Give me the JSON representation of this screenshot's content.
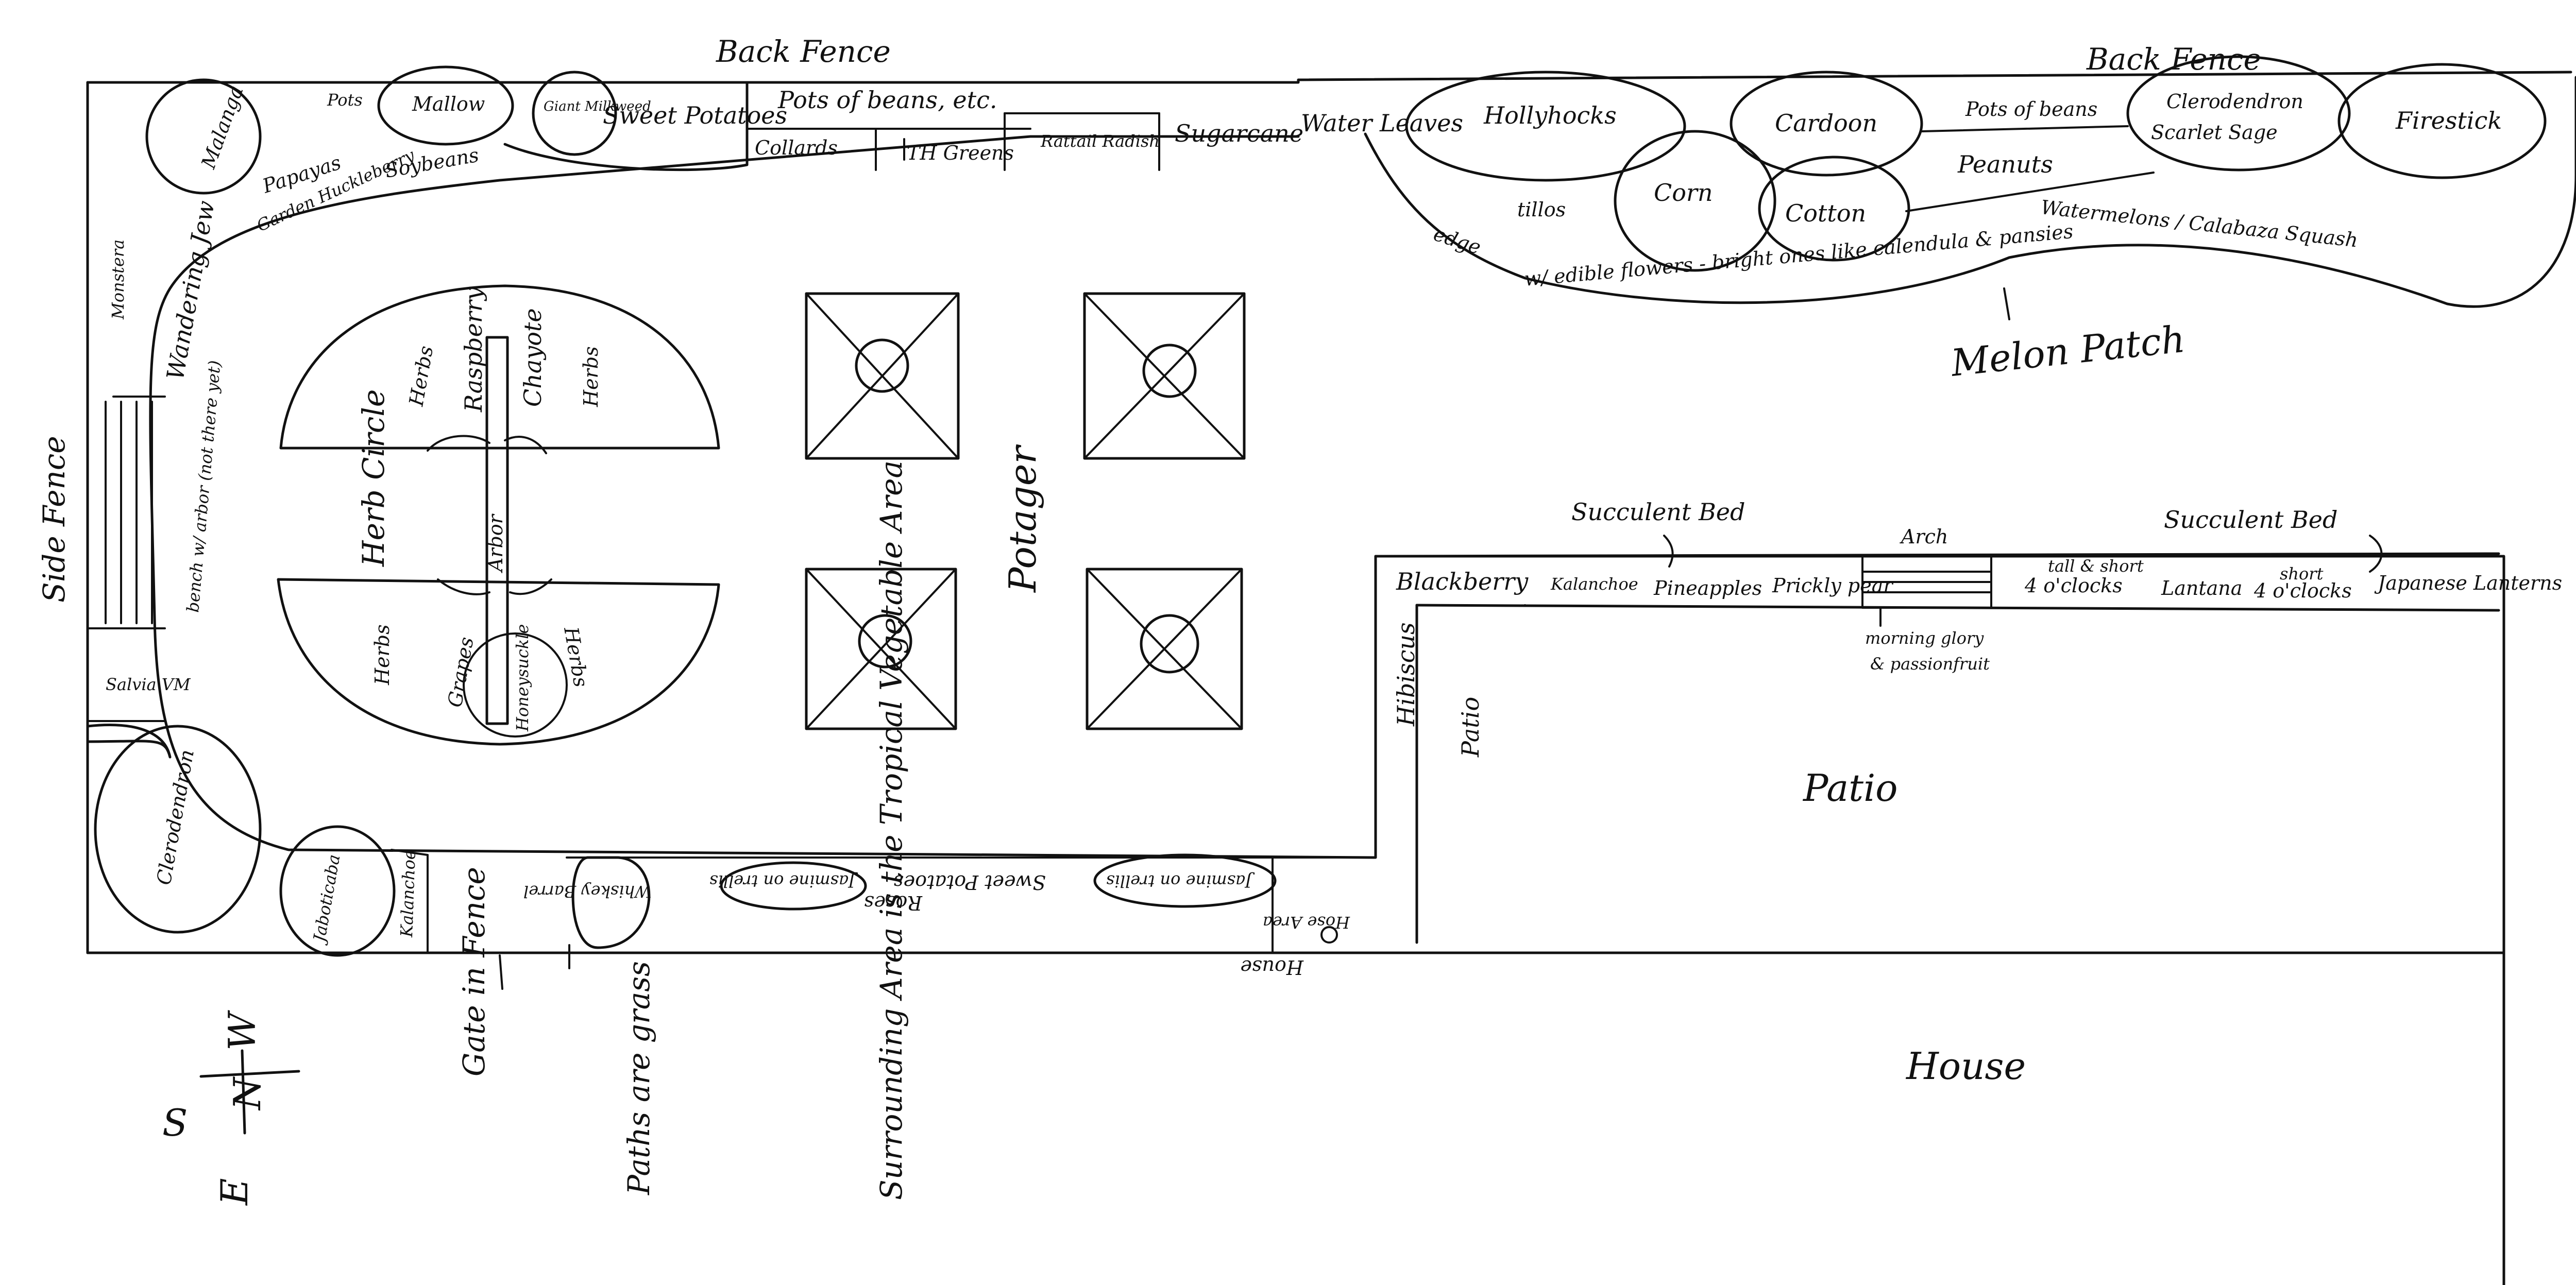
{
  "labels": {
    "back_fence_left": "Back Fence",
    "back_fence_right": "Back Fence",
    "side_fence": "Side Fence",
    "malanga": "Malanga",
    "pots": "Pots",
    "mallow": "Mallow",
    "giant_milkweed": "Giant Milkweed",
    "sweet_potatoes": "Sweet Potatoes",
    "pots_of_beans_etc": "Pots of beans, etc.",
    "collards": "Collards",
    "th_greens": "TH Greens",
    "rattail_radish": "Rattail Radish",
    "sugarcane": "Sugarcane",
    "water_leaves": "Water Leaves",
    "papayas": "Papayas",
    "garden_huckleberry": "Garden Huckleberry",
    "soybeans": "Soybeans",
    "monstera": "Monstera",
    "wandering_jew": "Wandering Jew",
    "hollyhocks": "Hollyhocks",
    "cardoon": "Cardoon",
    "pots_of_beans": "Pots of beans",
    "clerodendron_top": "Clerodendron",
    "scarlet_sage": "Scarlet Sage",
    "firestick": "Firestick",
    "tillos": "tillos",
    "corn": "Corn",
    "cotton": "Cotton",
    "peanuts": "Peanuts",
    "watermelons": "Watermelons / Calabaza Squash",
    "edge": "edge",
    "edible_flowers": "w/ edible flowers - bright ones like calendula & pansies",
    "melon_patch": "Melon Patch",
    "herbs_1": "Herbs",
    "raspberry": "Raspberry",
    "chayote": "Chayote",
    "herbs_2": "Herbs",
    "herb_circle": "Herb Circle",
    "arbor": "Arbor",
    "herbs_3": "Herbs",
    "grapes": "Grapes",
    "honeysuckle": "Honeysuckle",
    "herbs_4": "Herbs",
    "potager": "Potager",
    "bench": "bench w/ arbor (not there yet)",
    "salvia": "Salvia VM",
    "clerodendron_left": "Clerodendron",
    "jaboticaba": "Jaboticaba",
    "kalanchoe_left": "Kalanchoe",
    "whiskey_barrel": "Whiskey Barrel",
    "jasmine_trellis_1": "Jasmine on trellis",
    "roses": "Roses",
    "sweet_potatoes_south": "Sweet Potatoes",
    "jasmine_trellis_2": "Jasmine on trellis",
    "hose_area": "Hose Area",
    "house_small": "House",
    "succulent_bed_1": "Succulent Bed",
    "succulent_bed_2": "Succulent Bed",
    "blackberry": "Blackberry",
    "kalanchoe_bed": "Kalanchoe",
    "pineapples": "Pineapples",
    "prickly_pear": "Prickly pear",
    "arch": "Arch",
    "tall_short": "tall & short",
    "four_oclocks_1": "4 o'clocks",
    "lantana": "Lantana",
    "short": "short",
    "four_oclocks_2": "4 o'clocks",
    "japanese_lanterns": "Japanese Lanterns",
    "morning_glory": "morning glory",
    "passionfruit": "& passionfruit",
    "hibiscus": "Hibiscus",
    "patio_small": "Patio",
    "patio_big": "Patio",
    "house_big": "House",
    "gate_in_fence": "Gate in Fence",
    "paths_are_grass": "Paths are grass",
    "surrounding": "Surrounding Area is the Tropical Vegetable Area",
    "compass_s": "S",
    "compass_w": "W",
    "compass_n": "N",
    "compass_e": "E"
  }
}
